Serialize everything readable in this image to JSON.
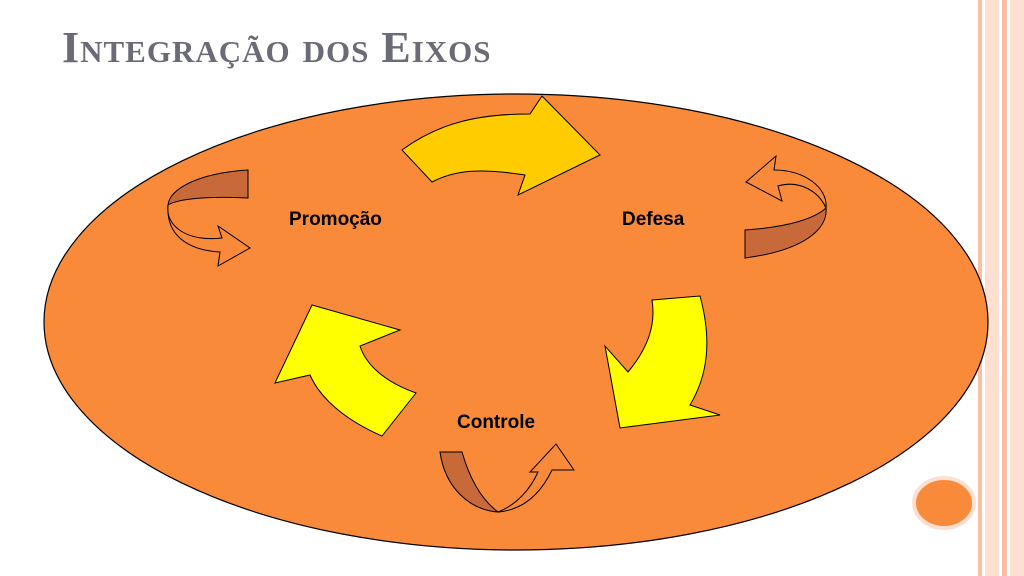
{
  "slide": {
    "title": "Integração dos Eixos"
  },
  "diagram": {
    "nodes": {
      "promocao": "Promoção",
      "defesa": "Defesa",
      "controle": "Controle"
    }
  },
  "colors": {
    "ellipse_fill": "#f98a3a",
    "main_arrow_top": "#ffcc00",
    "main_arrow_side": "#ffff00",
    "self_loop_dark": "#c8693a",
    "self_loop_light": "#f98a3a",
    "title": "#6b6b78",
    "border_light": "#fde0d2",
    "border_mid": "#fbbfa5",
    "corner_circle": "#f98a3a"
  }
}
